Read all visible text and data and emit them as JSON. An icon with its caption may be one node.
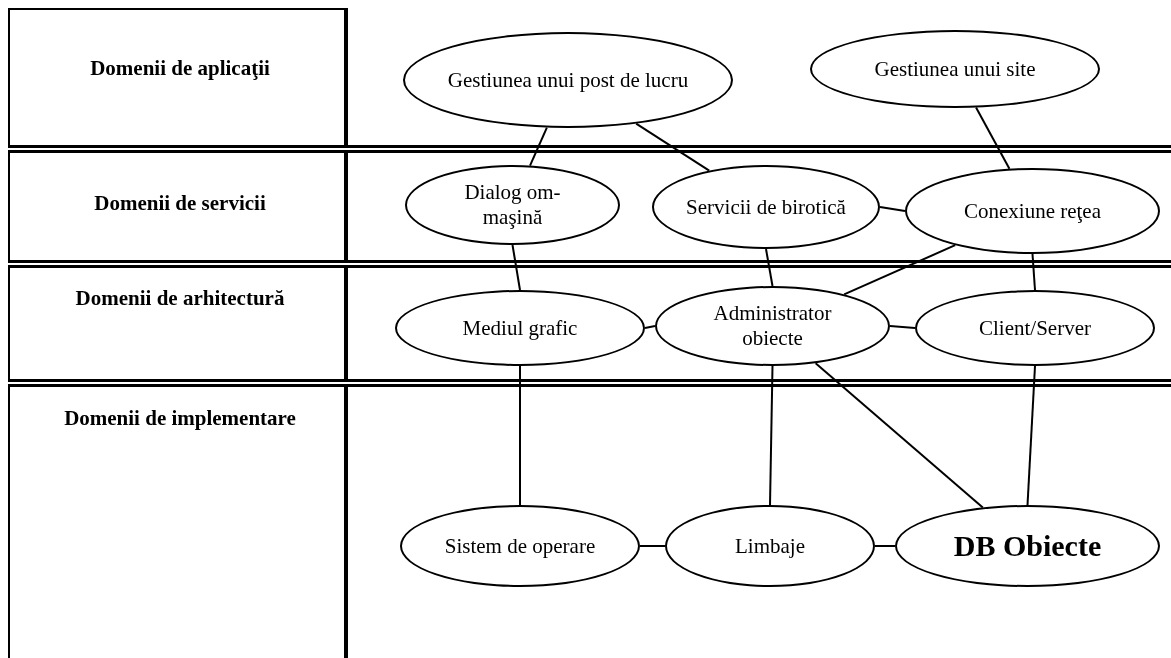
{
  "diagram": {
    "nodes": [
      {
        "text": [
          "Gestiunea unui post de lucru"
        ]
      },
      {
        "text": [
          "Gestiunea unui site"
        ]
      },
      {
        "text": [
          "Dialog om-maşină"
        ]
      },
      {
        "text": [
          "Servicii de birotică"
        ]
      },
      {
        "text": [
          "Conexiune reţea"
        ]
      },
      {
        "text": [
          "Mediul grafic"
        ]
      },
      {
        "text": [
          "Administrator obiecte"
        ]
      },
      {
        "text": [
          "Client/Server"
        ]
      },
      {
        "text": [
          "Sistem de operare"
        ]
      },
      {
        "text": [
          "Limbaje"
        ]
      },
      {
        "text": [
          "DB Obiecte"
        ]
      }
    ],
    "edges": [
      {
        "from": 0,
        "to": 2,
        "arrow": "none"
      },
      {
        "from": 0,
        "to": 3,
        "arrow": "none"
      },
      {
        "from": 1,
        "to": 4,
        "arrow": "none"
      },
      {
        "from": 3,
        "to": 4,
        "arrow": "none"
      },
      {
        "from": 2,
        "to": 5,
        "arrow": "none"
      },
      {
        "from": 3,
        "to": 6,
        "arrow": "none"
      },
      {
        "from": 4,
        "to": 6,
        "arrow": "none"
      },
      {
        "from": 4,
        "to": 7,
        "arrow": "none"
      },
      {
        "from": 5,
        "to": 6,
        "arrow": "none"
      },
      {
        "from": 6,
        "to": 7,
        "arrow": "none"
      },
      {
        "from": 5,
        "to": 8,
        "arrow": "none"
      },
      {
        "from": 6,
        "to": 9,
        "arrow": "none"
      },
      {
        "from": 6,
        "to": 10,
        "arrow": "none"
      },
      {
        "from": 7,
        "to": 10,
        "arrow": "none"
      },
      {
        "from": 8,
        "to": 9,
        "arrow": "none"
      },
      {
        "from": 9,
        "to": 10,
        "arrow": "none"
      }
    ],
    "labels": [
      "Domenii de aplicaţii",
      "Domenii de servicii",
      "Domenii de arhitectură",
      "Domenii de implementare"
    ]
  }
}
